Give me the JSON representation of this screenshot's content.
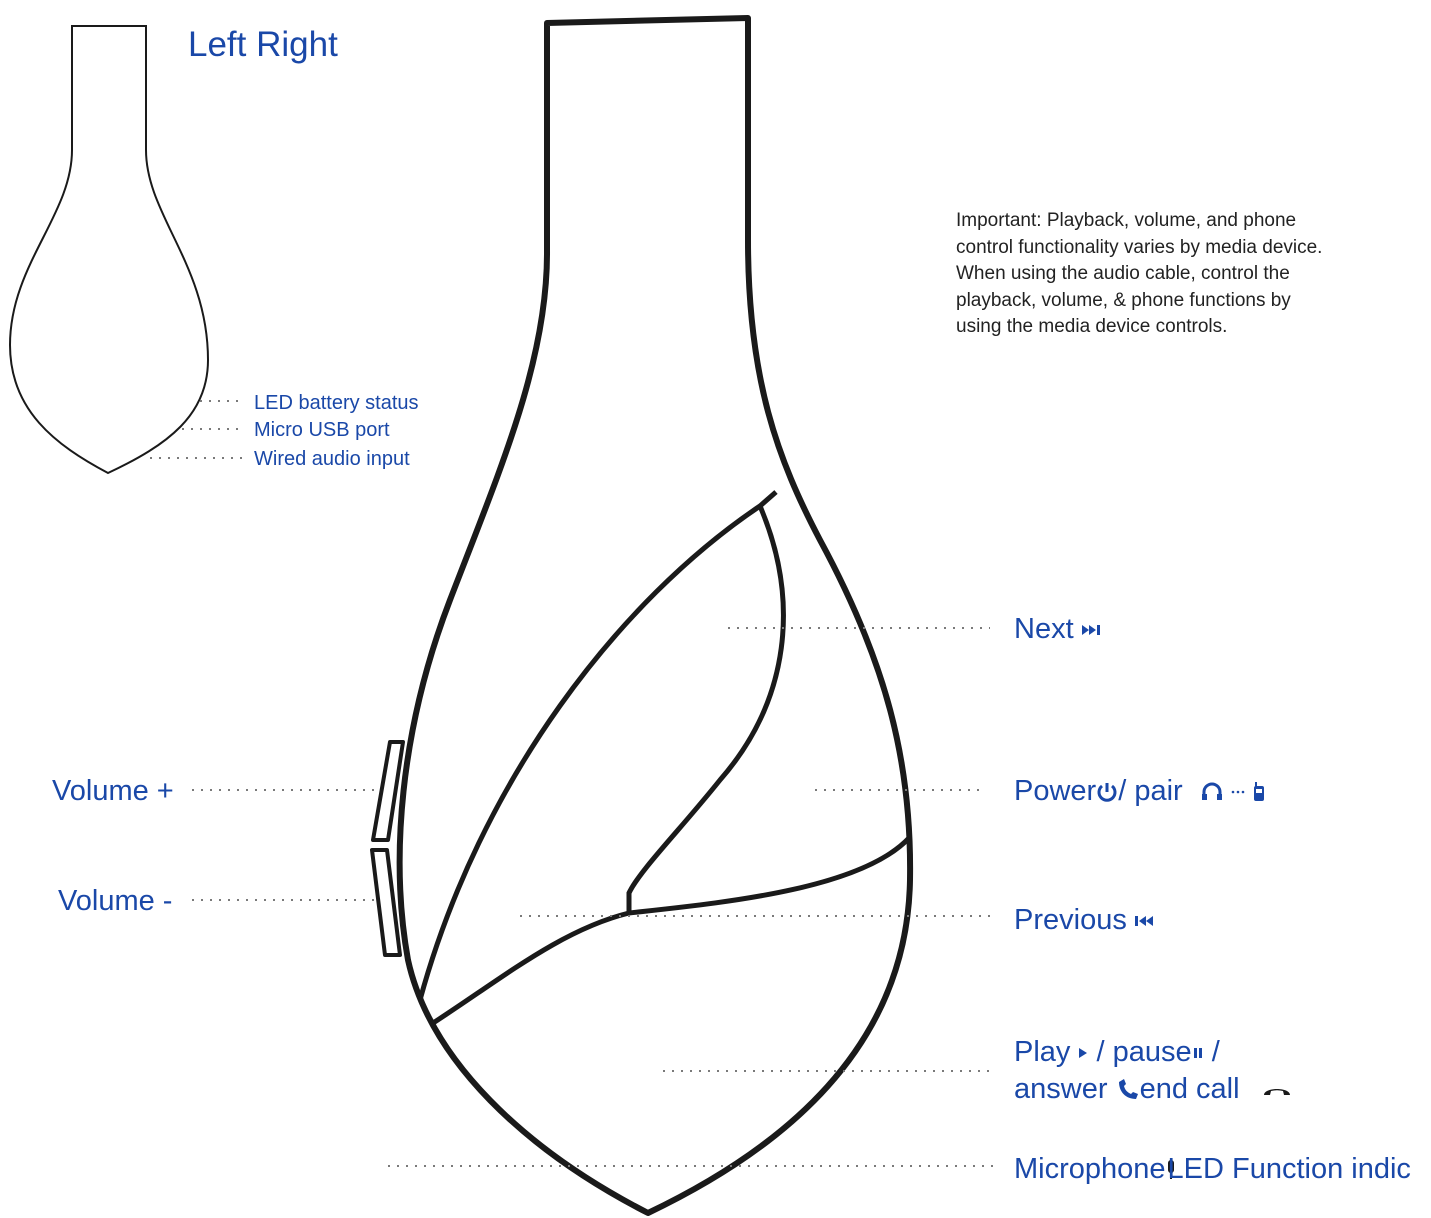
{
  "title": "Left Right",
  "note": "Important: Playback, volume, and phone control functionality varies by media device. When using the audio cable, control the playback, volume, & phone functions by using the media device controls.",
  "left_labels": {
    "led_battery": "LED battery status",
    "usb": "Micro USB port",
    "audio_in": "Wired audio input"
  },
  "volume_up": "Volume +",
  "volume_down": "Volume -",
  "next": "Next",
  "power": "Power",
  "pair": "/ pair",
  "previous": "Previous",
  "play": "Play",
  "pause": "/ pause",
  "slash": "/",
  "answer": "answer",
  "end_call": "end call",
  "microphone": "Microphone",
  "led_function": "LED Function indic",
  "colors": {
    "label": "#1a48a8",
    "outline": "#1a1a1a",
    "note_text": "#222222"
  },
  "icons": [
    "next-icon",
    "power-icon",
    "headphones-icon",
    "phone-icon",
    "previous-icon",
    "play-icon",
    "pause-icon",
    "answer-call-icon",
    "end-call-icon",
    "microphone-icon"
  ]
}
